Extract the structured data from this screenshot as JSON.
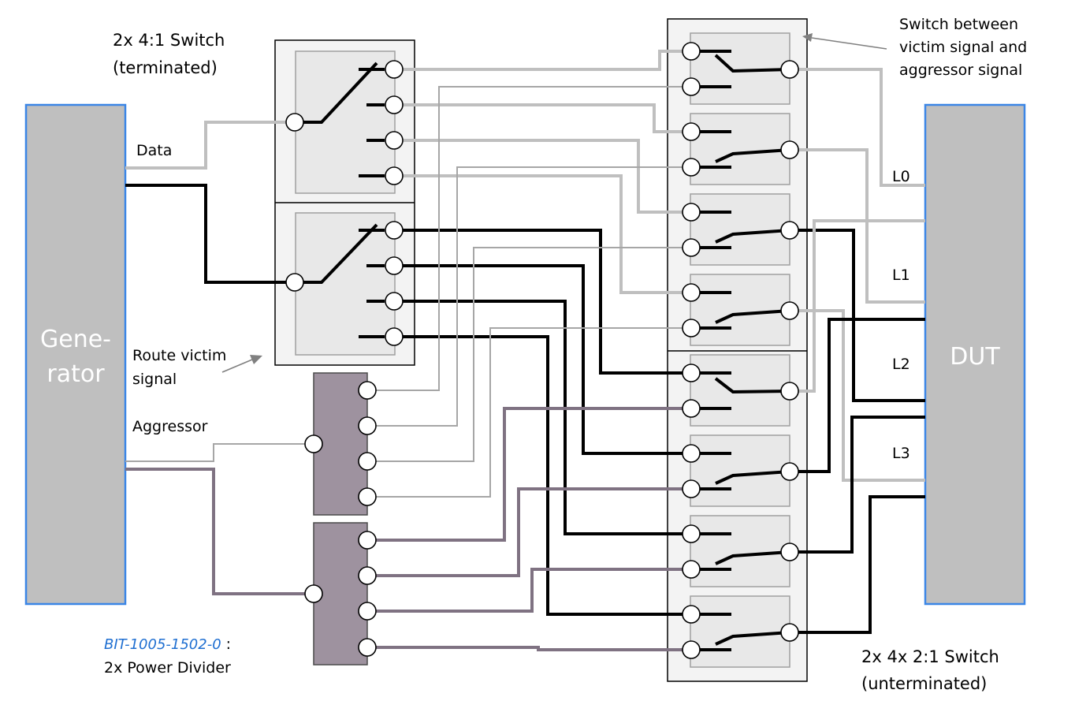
{
  "labels": {
    "switch4_title_line1": "2x 4:1 Switch",
    "switch4_title_line2": "(terminated)",
    "switch2_title_line1": "2x 4x 2:1 Switch",
    "switch2_title_line2": "(unterminated)",
    "switch_between_line1": "Switch between",
    "switch_between_line2": "victim signal and",
    "switch_between_line3": "aggressor signal",
    "data": "Data",
    "route_victim_line1": "Route victim",
    "route_victim_line2": "signal",
    "aggressor": "Aggressor",
    "generator_line1": "Gene-",
    "generator_line2": "rator",
    "dut": "DUT",
    "lane0": "L0",
    "lane1": "L1",
    "lane2": "L2",
    "lane3": "L3",
    "part_number": "BIT-1005-1502-0",
    "part_number_suffix": " :",
    "power_divider": "2x Power Divider"
  },
  "colors": {
    "victim_line": "#000000",
    "data_line": "#bfbfbf",
    "aggressor_line": "#7f7282",
    "thin_line": "#a6a6a6",
    "divider_fill": "#9e929f",
    "block_fill": "#bfbfbf",
    "block_border": "#3b86e6",
    "part_number": "#1f6fd1"
  }
}
